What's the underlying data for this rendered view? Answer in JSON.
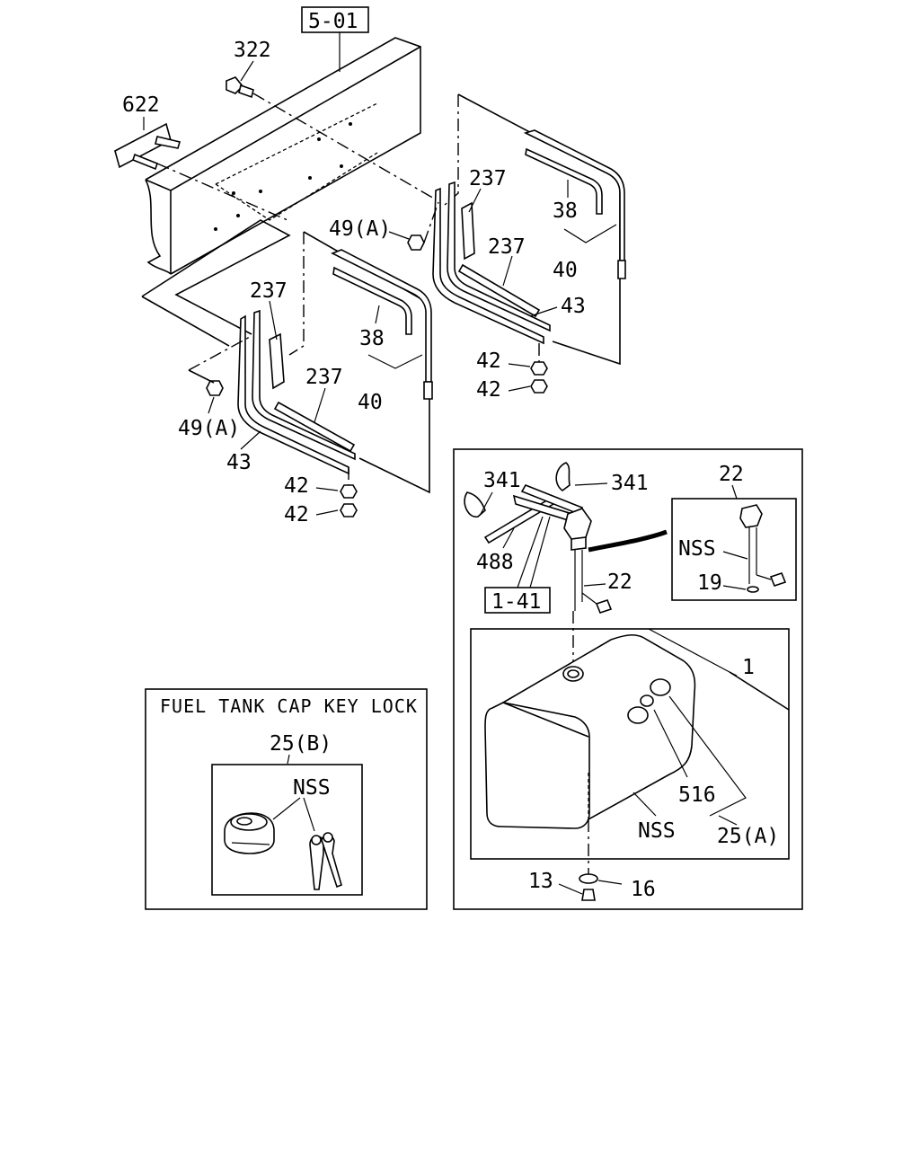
{
  "refs": {
    "frame_ref": "5-01",
    "sender_ref": "1-41"
  },
  "labels": {
    "bolt_322": "322",
    "plate_622": "622",
    "pad_237_a": "237",
    "pad_237_b": "237",
    "pad_237_c": "237",
    "pad_237_d": "237",
    "pad_38_a": "38",
    "pad_38_b": "38",
    "band_40_a": "40",
    "band_40_b": "40",
    "bracket_43_a": "43",
    "bracket_43_b": "43",
    "nut_42_a": "42",
    "nut_42_b": "42",
    "nut_42_c": "42",
    "nut_42_d": "42",
    "nut_49a_a": "49(A)",
    "nut_49a_b": "49(A)",
    "clip_341_a": "341",
    "clip_341_b": "341",
    "hose_488": "488",
    "gauge_22_a": "22",
    "gauge_22_b": "22",
    "nss_gauge": "NSS",
    "washer_19": "19",
    "tank_1": "1",
    "part_516": "516",
    "cap_25a": "25(A)",
    "nss_tank": "NSS",
    "drain_13": "13",
    "washer_16": "16",
    "cap_25b": "25(B)",
    "nss_key": "NSS"
  },
  "key_lock_box": {
    "title": "FUEL TANK CAP KEY LOCK"
  }
}
